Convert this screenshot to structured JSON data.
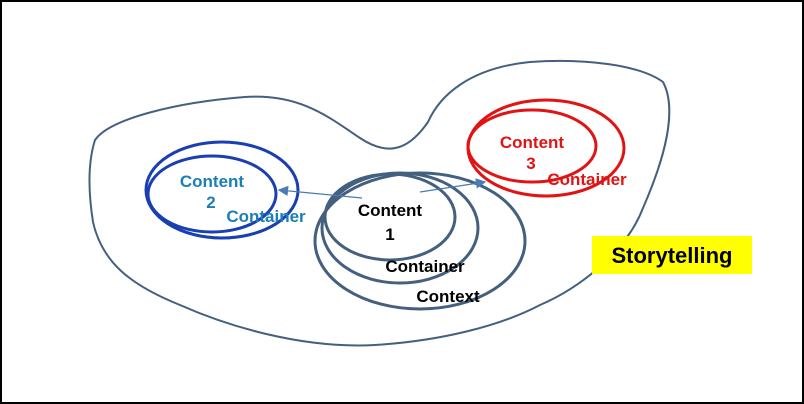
{
  "diagram": {
    "content1": {
      "title": "Content",
      "number": "1",
      "container": "Container",
      "context": "Context",
      "color": "#000000",
      "ring_color": "#44607e"
    },
    "content2": {
      "title": "Content",
      "number": "2",
      "container": "Container",
      "color": "#1a7fb5",
      "ring_color": "#1a3fb0"
    },
    "content3": {
      "title": "Content",
      "number": "3",
      "container": "Container",
      "color": "#e01414",
      "ring_color": "#e01414"
    },
    "storytelling": {
      "label": "Storytelling",
      "bg_color": "#ffff00",
      "text_color": "#000000"
    },
    "outline_color": "#44607e",
    "arrow_color": "#4a7bb5"
  }
}
